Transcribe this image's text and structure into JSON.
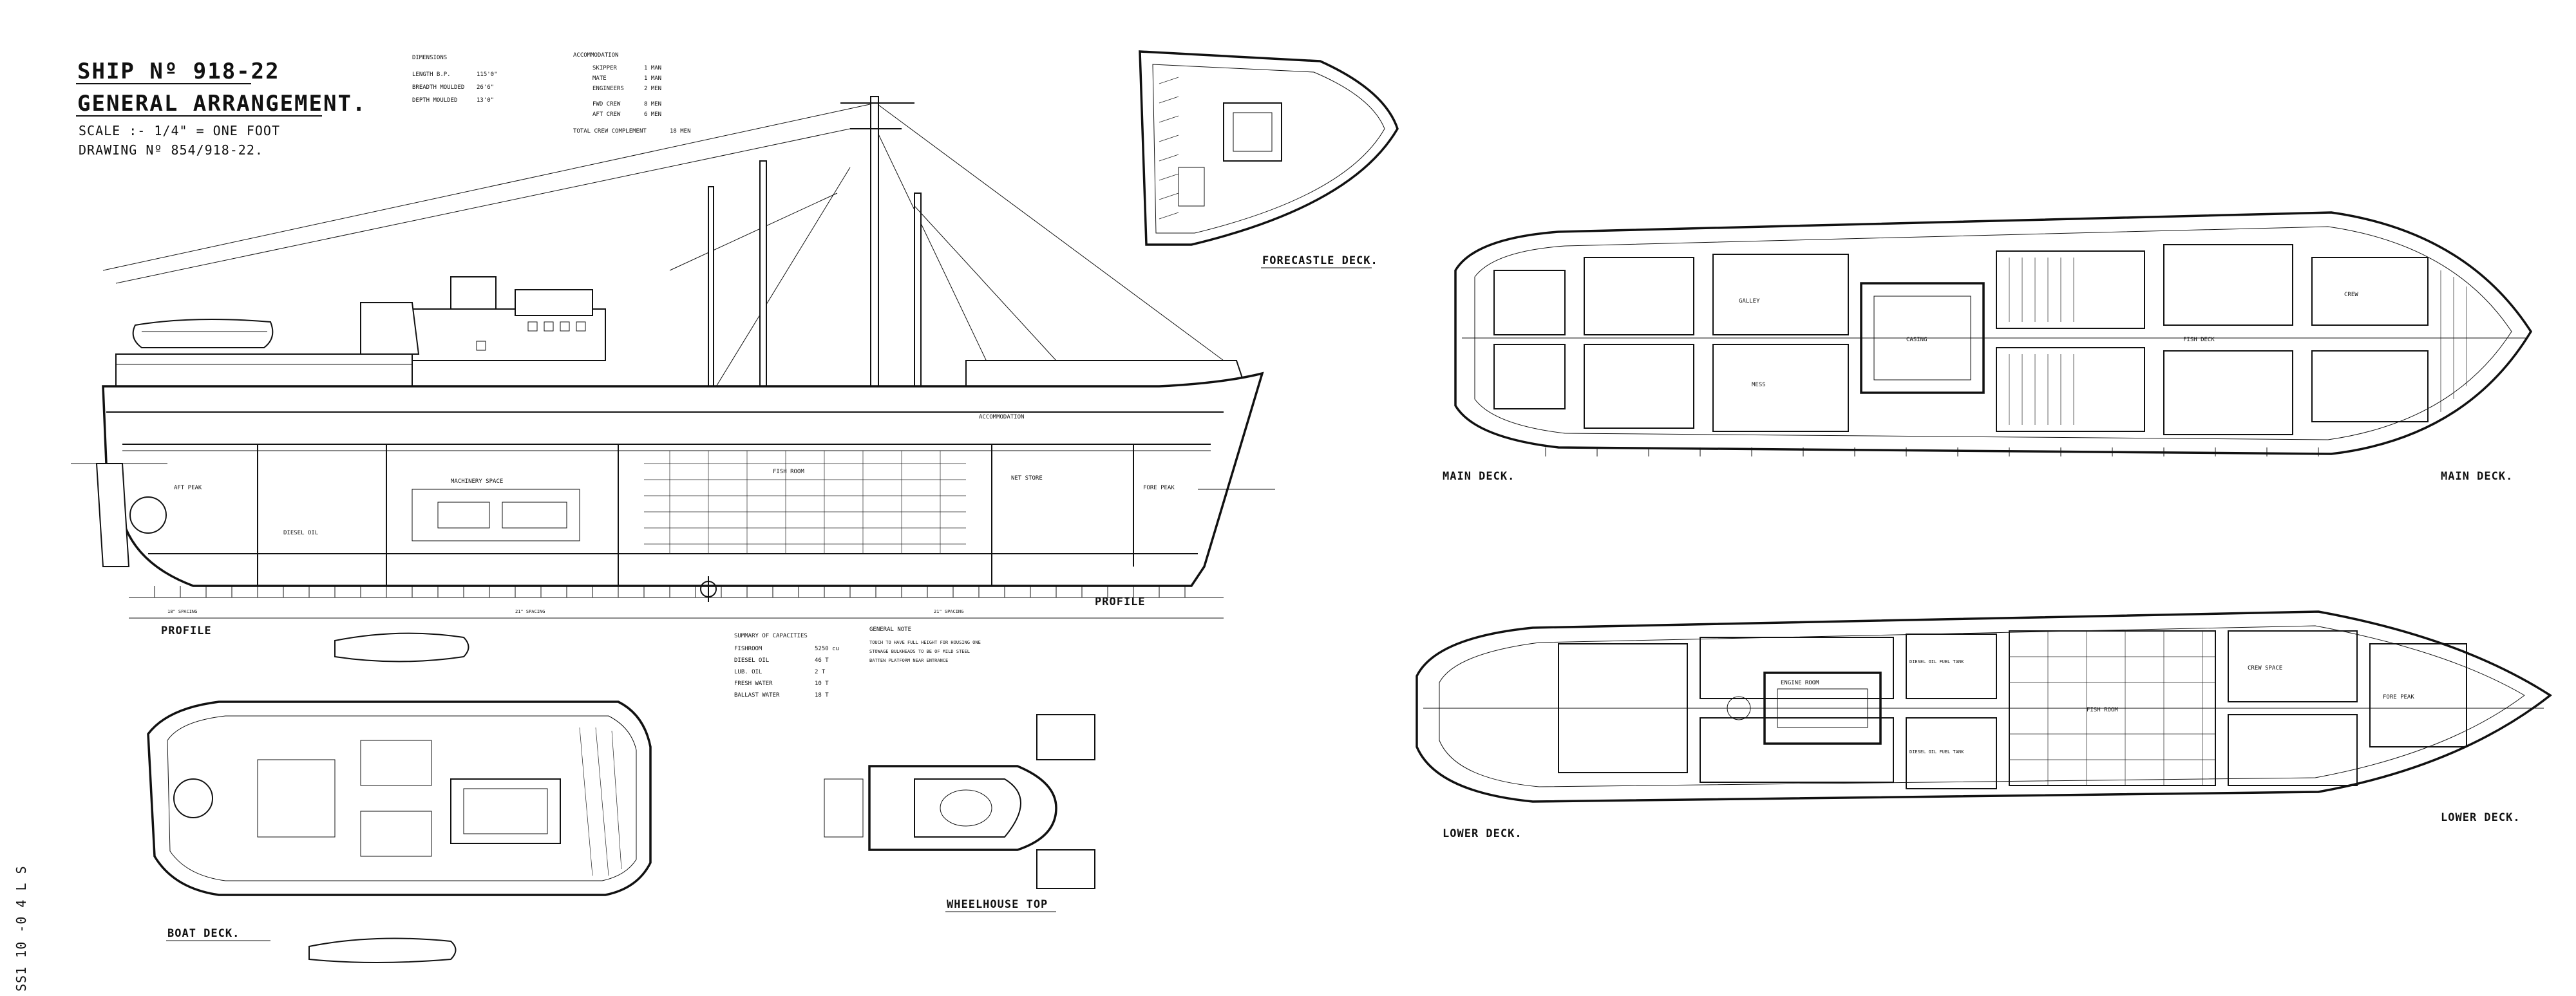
{
  "title_block": {
    "ship_number": "SHIP Nº 918-22",
    "drawing_title": "GENERAL ARRANGEMENT.",
    "scale": "SCALE :- 1/4\" = ONE FOOT",
    "drawing_number": "DRAWING Nº 854/918-22."
  },
  "dimensions_table": {
    "heading": "DIMENSIONS",
    "rows": [
      {
        "label": "LENGTH B.P.",
        "value": "115'0\""
      },
      {
        "label": "BREADTH MOULDED",
        "value": "26'6\""
      },
      {
        "label": "DEPTH MOULDED",
        "value": "13'0\""
      }
    ]
  },
  "accommodation_table": {
    "heading": "ACCOMMODATION",
    "rows": [
      {
        "label": "SKIPPER",
        "value": "1 MAN"
      },
      {
        "label": "MATE",
        "value": "1 MAN"
      },
      {
        "label": "ENGINEERS",
        "value": "2 MEN"
      },
      {
        "label": "FWD CREW",
        "value": "8 MEN"
      },
      {
        "label": "AFT CREW",
        "value": "6 MEN"
      },
      {
        "label": "TOTAL CREW COMPLEMENT",
        "value": "18 MEN"
      }
    ]
  },
  "stores_table": {
    "heading": "SUMMARY OF CAPACITIES",
    "rows": [
      {
        "label": "FISHROOM",
        "value": "5250 cu"
      },
      {
        "label": "DIESEL OIL",
        "value": "46 T"
      },
      {
        "label": "LUB. OIL",
        "value": "2 T"
      },
      {
        "label": "FRESH WATER",
        "value": "10 T"
      },
      {
        "label": "BALLAST WATER",
        "value": "18 T"
      }
    ]
  },
  "general_note": {
    "heading": "GENERAL NOTE",
    "lines": [
      "TOUCH TO HAVE FULL HEIGHT FOR HOUSING ONE",
      "STOWAGE BULKHEADS TO BE OF MILD STEEL",
      "BATTEN PLATFORM NEAR ENTRANCE"
    ]
  },
  "labels": {
    "profile_a": "PROFILE",
    "profile_b": "PROFILE",
    "forecastle": "FORECASTLE DECK.",
    "boat_deck": "BOAT DECK.",
    "wheelhouse": "WHEELHOUSE TOP",
    "main_deck_a": "MAIN DECK.",
    "main_deck_b": "MAIN DECK.",
    "lower_deck_a": "LOWER DECK.",
    "lower_deck_b": "LOWER DECK."
  },
  "profile_spaces": {
    "machinery": "MACHINERY SPACE",
    "fish_room": "FISH ROOM",
    "net_store": "NET STORE",
    "fwd_crew": "ACCOMMODATION",
    "aft_peak": "AFT PEAK",
    "fore_peak": "FORE PEAK",
    "fuel": "DIESEL OIL"
  },
  "main_deck_spaces": {
    "galley": "GALLEY",
    "mess": "MESS",
    "engine_casing": "CASING",
    "fish_deck": "FISH DECK",
    "crew": "CREW"
  },
  "lower_deck_spaces": {
    "engine_room": "ENGINE ROOM",
    "fuel_tank_a": "DIESEL OIL FUEL TANK",
    "fuel_tank_b": "DIESEL OIL FUEL TANK",
    "fish_room": "FISH ROOM",
    "crew": "CREW SPACE",
    "fore_peak": "FORE PEAK"
  },
  "stamp": "SS1 10 -0 4 L S",
  "frame_spacing": {
    "aft": "18\" SPACING",
    "mid": "21\" SPACING",
    "fwd": "21\" SPACING"
  },
  "colors": {
    "ink": "#111111",
    "paper": "#ffffff"
  }
}
